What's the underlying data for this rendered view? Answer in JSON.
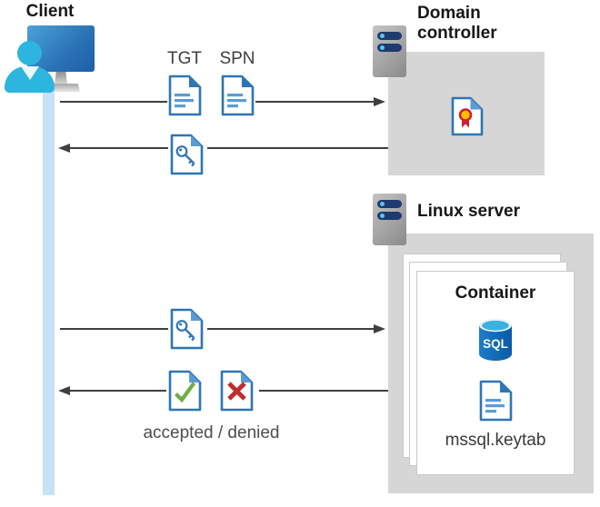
{
  "client": {
    "label": "Client"
  },
  "domain_controller": {
    "label": "Domain\ncontroller"
  },
  "linux_server": {
    "label": "Linux server"
  },
  "container": {
    "label": "Container",
    "sql_badge": "SQL",
    "keytab_file": "mssql.keytab"
  },
  "messages": {
    "tgt": "TGT",
    "spn": "SPN",
    "accepted_denied": "accepted / denied"
  },
  "icons": {
    "client": "user-at-monitor-icon",
    "server": "server-icon",
    "ticket": "document-icon",
    "service_ticket": "key-document-icon",
    "certificate": "certificate-document-icon",
    "database": "sql-database-icon",
    "accepted": "check-document-icon",
    "denied": "x-document-icon"
  },
  "colors": {
    "doc_border": "#2E75B6",
    "doc_lines": "#5B9BD5",
    "accepted_green": "#6FAD47",
    "denied_red": "#BE2E2E",
    "arrow": "#3F3F3F",
    "box_gray": "#D6D6D6",
    "lifeline_blue": "#C7E1F6",
    "person_cyan": "#2CB5DE",
    "server_bar_navy": "#1E3A6E",
    "sql_body_blue": "#1169BC",
    "sql_top_cyan": "#3BB1E0",
    "cert_gold": "#FFC000",
    "cert_red": "#CF2030"
  }
}
